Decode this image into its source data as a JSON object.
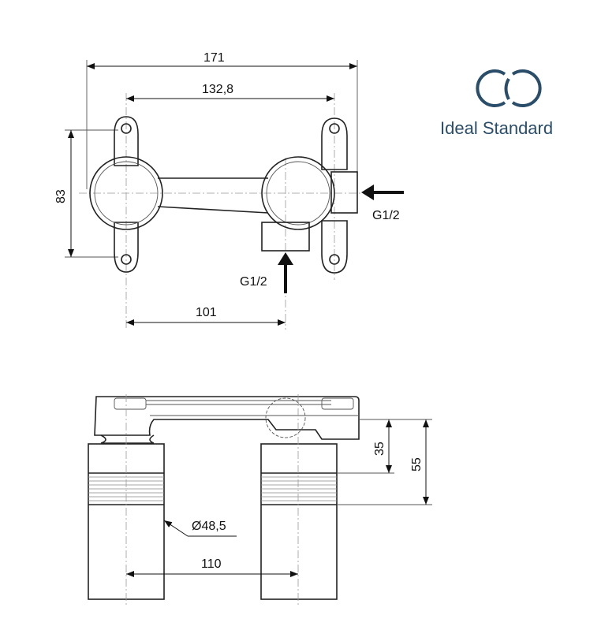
{
  "brand": {
    "name": "Ideal Standard",
    "color": "#2a4d69"
  },
  "top_view": {
    "dim_overall_width": "171",
    "dim_centers_top": "132,8",
    "dim_height": "83",
    "dim_outlet_offset": "101",
    "inlet_side_label": "G1/2",
    "inlet_bottom_label": "G1/2"
  },
  "side_view": {
    "dim_depth_short": "35",
    "dim_depth_long": "55",
    "dim_diameter": "Ø48,5",
    "dim_centers": "110"
  }
}
